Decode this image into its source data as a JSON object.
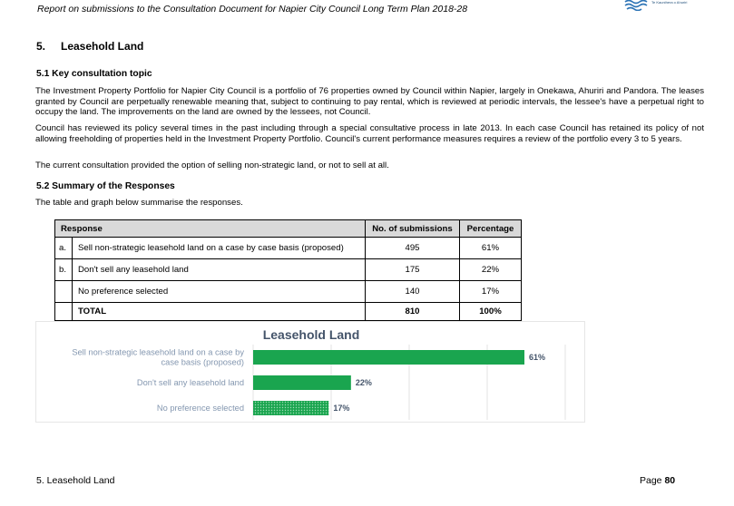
{
  "header": {
    "running_title": "Report on submissions to the Consultation Document for Napier City Council Long Term Plan 2018-28",
    "logo_text": "Te Kaunihera o Ahuriri"
  },
  "section": {
    "number": "5.",
    "title": "Leasehold Land"
  },
  "sub1": {
    "heading": "5.1  Key consultation topic",
    "para1": "The Investment Property Portfolio for Napier City Council is a portfolio of 76 properties owned by Council within Napier, largely in Onekawa, Ahuriri and Pandora. The leases granted by Council are perpetually renewable meaning that, subject to continuing to pay rental, which is reviewed at periodic intervals, the lessee's have a perpetual right to occupy the land.  The improvements on the land are owned by the lessees, not Council.",
    "para2": "Council has reviewed its policy several times in the past including through a special consultative process in late 2013. In each case Council has retained its policy of not allowing freeholding of properties held in the Investment Property Portfolio.  Council's current performance measures requires a review of the portfolio every 3 to 5 years.",
    "para3": "The current consultation provided the option of selling non-strategic land, or not to sell at all."
  },
  "sub2": {
    "heading": "5.2  Summary of the Responses",
    "intro": "The table and graph below summarise the responses."
  },
  "table": {
    "headers": [
      "Response",
      "No. of submissions",
      "Percentage"
    ],
    "rows": [
      {
        "letter": "a.",
        "response": "Sell non-strategic leasehold land on a case by case basis (proposed)",
        "count": "495",
        "pct": "61%"
      },
      {
        "letter": "b.",
        "response": "Don't sell any leasehold land",
        "count": "175",
        "pct": "22%"
      },
      {
        "letter": "",
        "response": "No preference selected",
        "count": "140",
        "pct": "17%"
      }
    ],
    "total": {
      "label": "TOTAL",
      "count": "810",
      "pct": "100%"
    }
  },
  "chart_data": {
    "type": "bar",
    "orientation": "horizontal",
    "title": "Leasehold Land",
    "categories": [
      [
        "Sell non-strategic leasehold land on a case by",
        "case basis (proposed)"
      ],
      [
        "Don't sell any leasehold land"
      ],
      [
        "No preference selected"
      ]
    ],
    "values": [
      61,
      22,
      17
    ],
    "value_labels": [
      "61%",
      "22%",
      "17%"
    ],
    "xlim": [
      0,
      61
    ],
    "grid": "vertical",
    "colors": [
      "#1aa54f",
      "#1aa54f",
      "#1aa54f"
    ],
    "patterned": [
      false,
      false,
      true
    ],
    "label_color": "#8497b0",
    "value_label_color": "#44546a",
    "title_color": "#44546a"
  },
  "footer": {
    "left": "5. Leasehold Land",
    "page_label": "Page ",
    "page_number": "80"
  }
}
